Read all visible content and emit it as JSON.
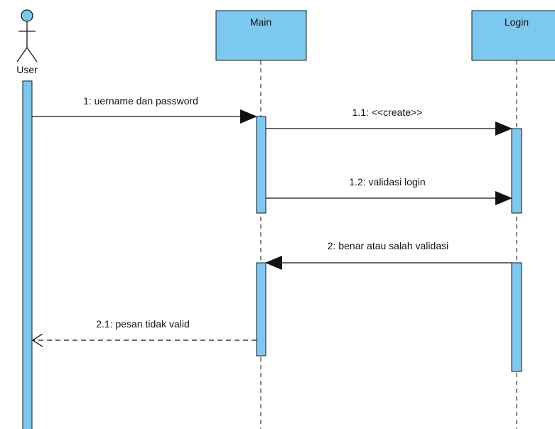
{
  "actor": {
    "name": "User"
  },
  "lifelines": [
    {
      "id": "main",
      "name": "Main"
    },
    {
      "id": "login",
      "name": "Login"
    }
  ],
  "messages": [
    {
      "id": "m1",
      "label": "1: uername dan password",
      "kind": "synchronous"
    },
    {
      "id": "m11",
      "label": "1.1: <<create>>",
      "kind": "synchronous"
    },
    {
      "id": "m12",
      "label": "1.2: validasi login",
      "kind": "synchronous"
    },
    {
      "id": "m2",
      "label": "2: benar atau salah validasi",
      "kind": "synchronous"
    },
    {
      "id": "m21",
      "label": "2.1: pesan tidak valid",
      "kind": "return"
    }
  ],
  "colors": {
    "fill": "#7dc8ee",
    "stroke": "#1a1a1a",
    "background": "#ffffff"
  }
}
